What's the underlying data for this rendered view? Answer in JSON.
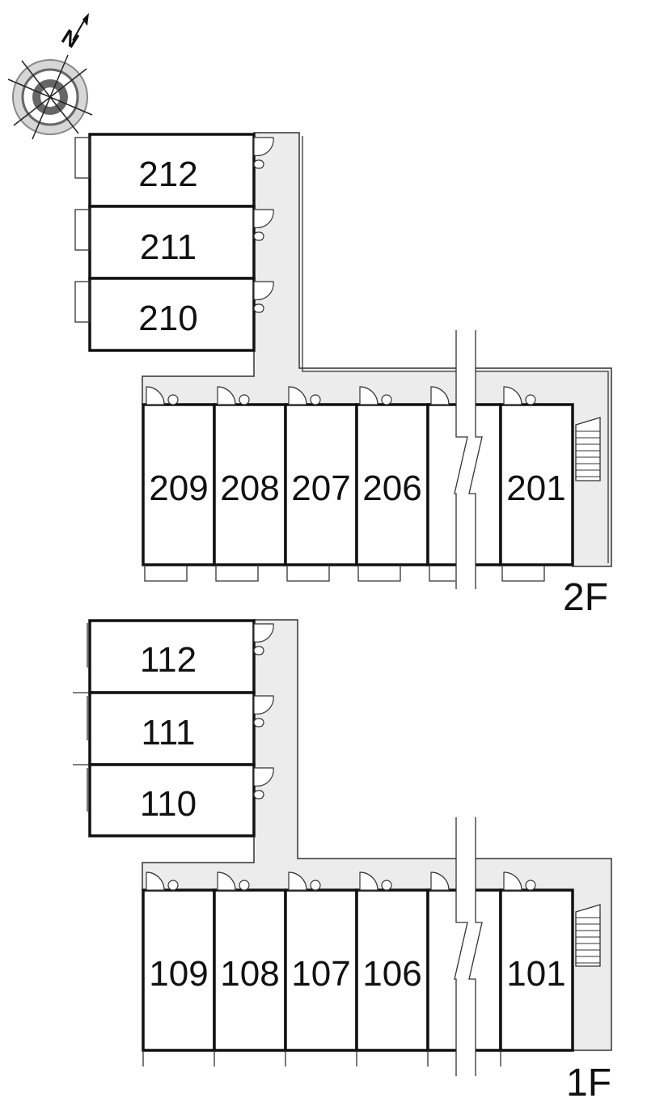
{
  "compass": {
    "label": "N",
    "icon": "compass-rose-icon"
  },
  "floors": [
    {
      "id": "2f",
      "label": "2F",
      "wing_units": [
        "212",
        "211",
        "210"
      ],
      "row_units": [
        "209",
        "208",
        "207",
        "206",
        "",
        "201"
      ]
    },
    {
      "id": "1f",
      "label": "1F",
      "wing_units": [
        "112",
        "111",
        "110"
      ],
      "row_units": [
        "109",
        "108",
        "107",
        "106",
        "",
        "101"
      ]
    }
  ],
  "colors": {
    "corridor": "#ececec",
    "walls": "#111111",
    "background": "#ffffff"
  }
}
